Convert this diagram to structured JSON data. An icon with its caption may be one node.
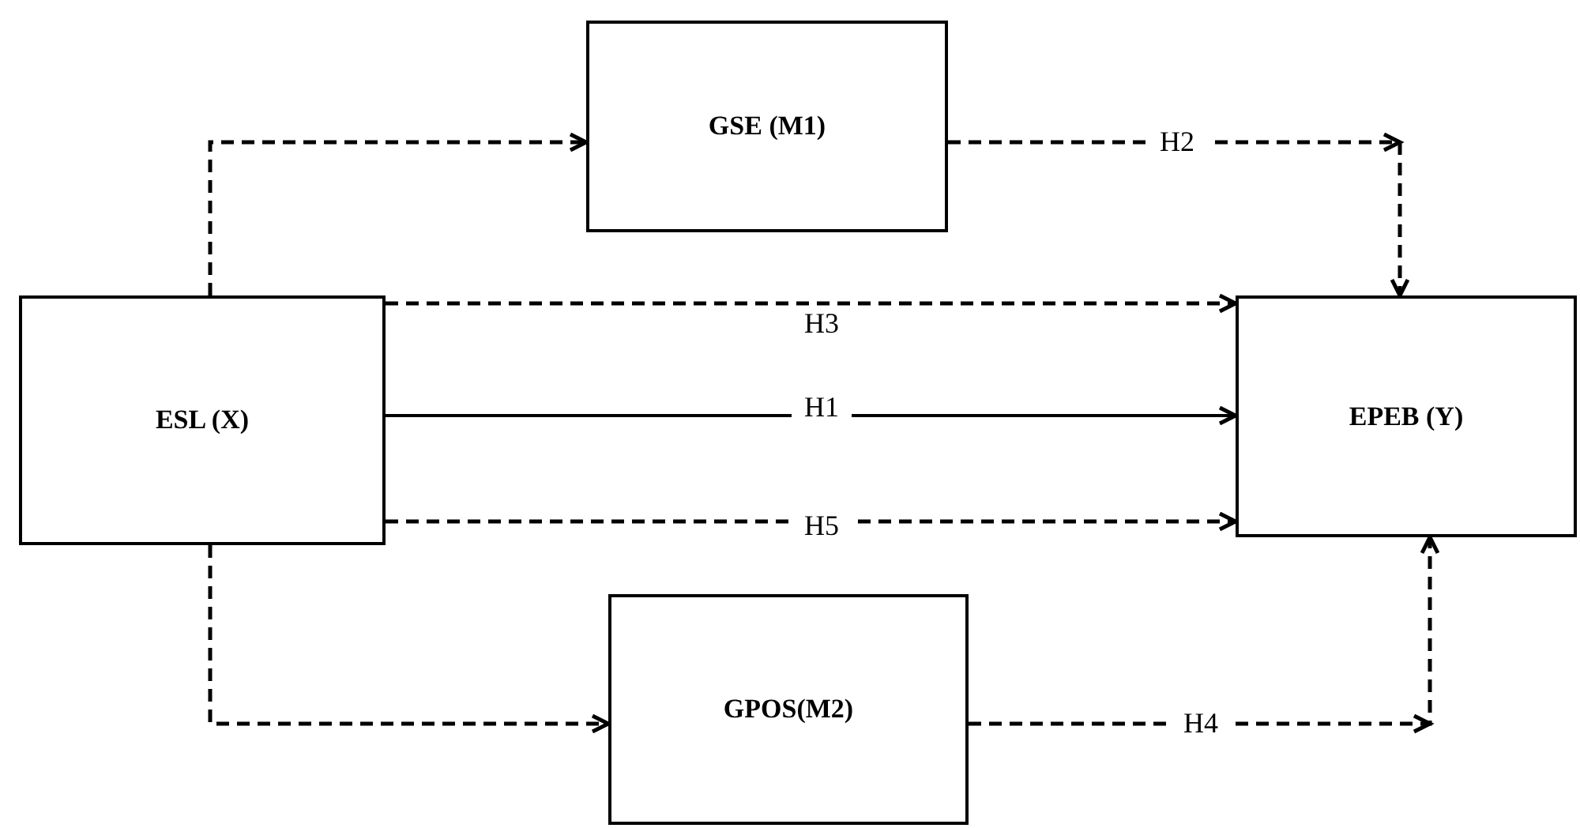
{
  "diagram": {
    "nodes": [
      {
        "text": [
          "ESL (X)"
        ]
      },
      {
        "text": [
          "GSE (M1)"
        ]
      },
      {
        "text": [
          "EPEB (Y)"
        ]
      },
      {
        "text": [
          "GPOS(M2)"
        ]
      }
    ],
    "edges": [
      {
        "from": 0,
        "to": 1,
        "arrow": "to",
        "style": "dashed"
      },
      {
        "from": 1,
        "to": 2,
        "arrow": "to",
        "label": "H2",
        "style": "dashed"
      },
      {
        "from": 0,
        "to": 2,
        "arrow": "to",
        "label": "H3",
        "style": "dashed"
      },
      {
        "from": 0,
        "to": 2,
        "arrow": "to",
        "label": "H1"
      },
      {
        "from": 0,
        "to": 2,
        "arrow": "to",
        "label": "H5",
        "style": "dashed"
      },
      {
        "from": 0,
        "to": 3,
        "arrow": "to",
        "style": "dashed"
      },
      {
        "from": 3,
        "to": 2,
        "arrow": "to",
        "label": "H4",
        "style": "dashed"
      }
    ]
  }
}
